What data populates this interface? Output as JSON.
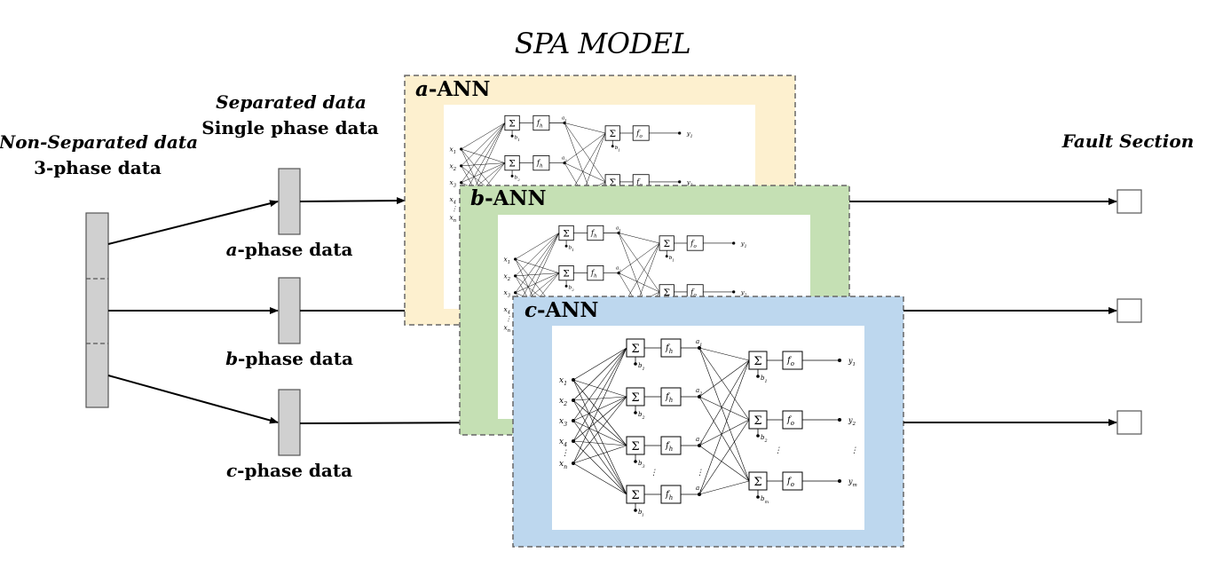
{
  "title": "SPA MODEL",
  "input": {
    "label_line1": "Non-Separated data",
    "label_line2": "3-phase data"
  },
  "separated": {
    "label_line1": "Separated data",
    "label_line2": "Single phase data"
  },
  "phases": [
    {
      "letter": "a",
      "suffix": "-phase data"
    },
    {
      "letter": "b",
      "suffix": "-phase data"
    },
    {
      "letter": "c",
      "suffix": "-phase data"
    }
  ],
  "anns": [
    {
      "letter": "a",
      "suffix": "-ANN",
      "color": "#fdf0cf"
    },
    {
      "letter": "b",
      "suffix": "-ANN",
      "color": "#c5e0b4"
    },
    {
      "letter": "c",
      "suffix": "-ANN",
      "color": "#bdd7ee"
    }
  ],
  "output": {
    "label": "Fault Section"
  },
  "network": {
    "inputs": [
      "x1",
      "x2",
      "x3",
      "x4",
      "xn"
    ],
    "sum_symbol": "Σ",
    "hidden_act": "fh",
    "output_act": "fo",
    "hidden_out": [
      "a1h",
      "a2h",
      "a3h",
      "alh"
    ],
    "hidden_bias": [
      "b1h",
      "b2h",
      "b3h",
      "blh"
    ],
    "outputs": [
      "y1",
      "y2",
      "ym"
    ],
    "output_bias": [
      "b1o",
      "b2o",
      "bmo"
    ]
  },
  "colors": {
    "block_fill": "#d0d0d0",
    "block_stroke": "#555555",
    "frame_dash": "#666666"
  }
}
